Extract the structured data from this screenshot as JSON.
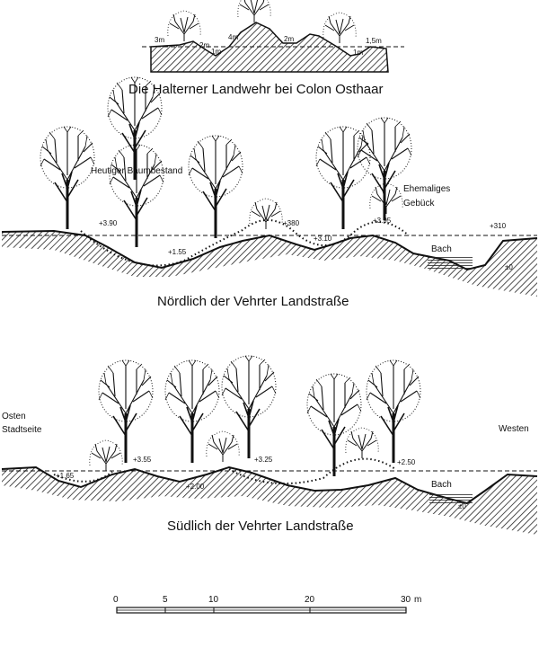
{
  "titles": {
    "top": "Die Halterner Landwehr bei Colon Osthaar",
    "north": "Nördlich der Vehrter Landstraße",
    "south": "Südlich der Vehrter Landstraße"
  },
  "top_section": {
    "widths": [
      "3m",
      "2m",
      "4m",
      "2m",
      "1,5m"
    ],
    "depths": [
      "1m",
      "1m"
    ]
  },
  "north_section": {
    "labels": {
      "trees": "Heutiger Baumbestand",
      "hedge_line1": "Ehemaliges",
      "hedge_line2": "Gebück",
      "stream": "Bach"
    },
    "elevations": [
      "+3.90",
      "+1.55",
      "+380",
      "+3.10",
      "+3.95",
      "+310",
      "±0"
    ]
  },
  "south_section": {
    "labels": {
      "east": "Osten",
      "town_side": "Stadtseite",
      "west": "Westen",
      "stream": "Bach"
    },
    "elevations": [
      "+1.65",
      "+3.55",
      "+2.00",
      "+3.25",
      "+2.50",
      "±0"
    ]
  },
  "scale_bar": {
    "ticks": [
      "0",
      "5",
      "10",
      "20",
      "30"
    ],
    "unit": "m"
  }
}
